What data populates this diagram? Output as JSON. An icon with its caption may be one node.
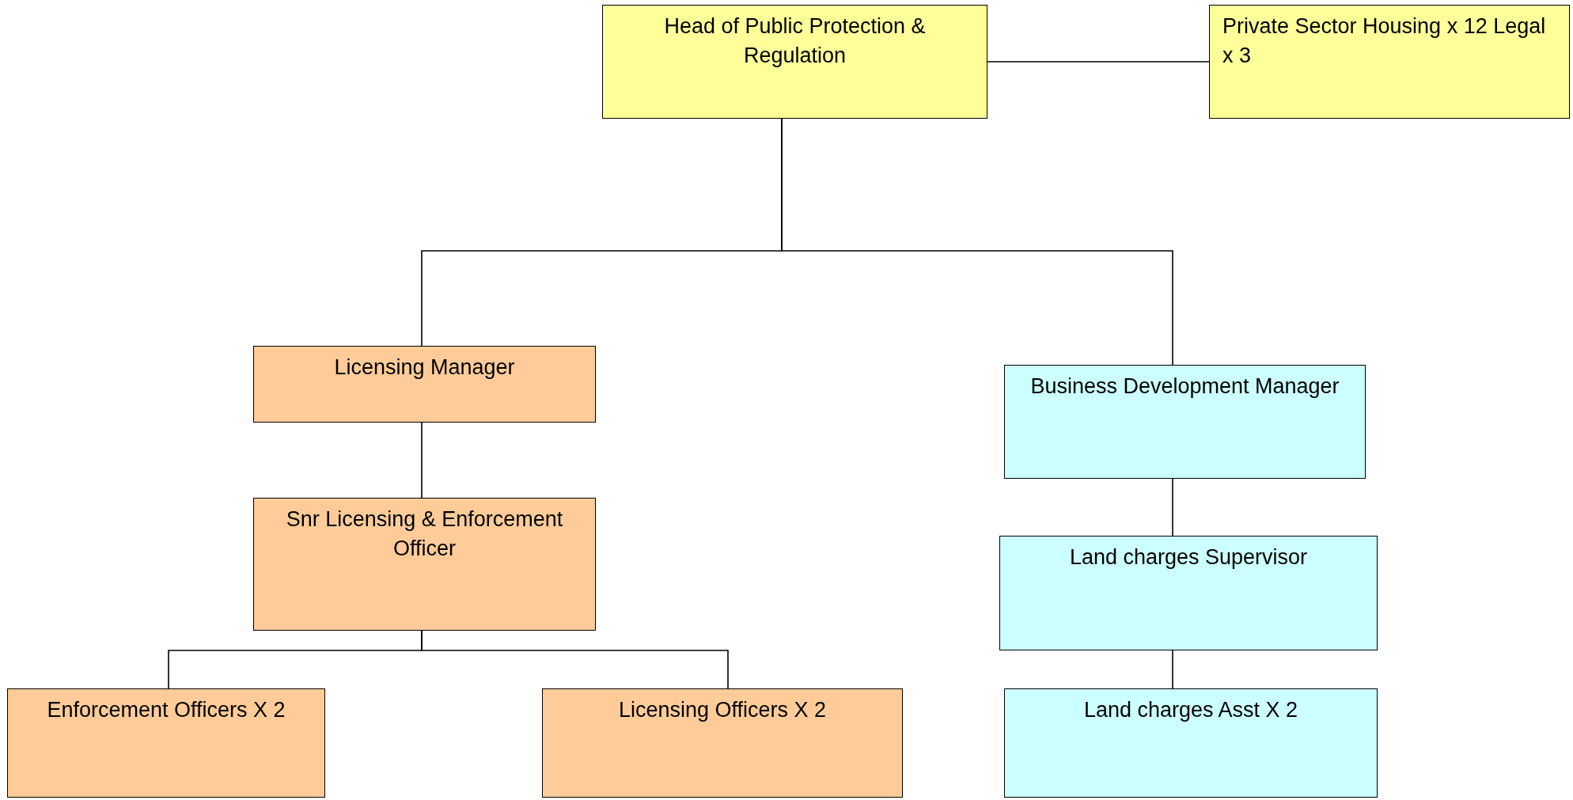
{
  "diagram": {
    "nodes": [
      {
        "text": [
          "Head of Public Protection & Regulation"
        ]
      },
      {
        "text": [
          "Private Sector Housing x 12 Legal x 3"
        ]
      },
      {
        "text": [
          "Licensing Manager"
        ]
      },
      {
        "text": [
          "Business Development Manager"
        ]
      },
      {
        "text": [
          "Snr Licensing & Enforcement Officer"
        ]
      },
      {
        "text": [
          "Land charges Supervisor"
        ]
      },
      {
        "text": [
          "Enforcement Officers X 2"
        ]
      },
      {
        "text": [
          "Licensing Officers X 2"
        ]
      },
      {
        "text": [
          "Land charges Asst X 2"
        ]
      }
    ],
    "edges": [
      {
        "from": 0,
        "to": 1,
        "arrow": "none"
      },
      {
        "from": 0,
        "to": 2,
        "arrow": "none"
      },
      {
        "from": 0,
        "to": 3,
        "arrow": "none"
      },
      {
        "from": 2,
        "to": 4,
        "arrow": "none"
      },
      {
        "from": 3,
        "to": 5,
        "arrow": "none"
      },
      {
        "from": 4,
        "to": 6,
        "arrow": "none"
      },
      {
        "from": 4,
        "to": 7,
        "arrow": "none"
      },
      {
        "from": 5,
        "to": 8,
        "arrow": "none"
      }
    ]
  }
}
